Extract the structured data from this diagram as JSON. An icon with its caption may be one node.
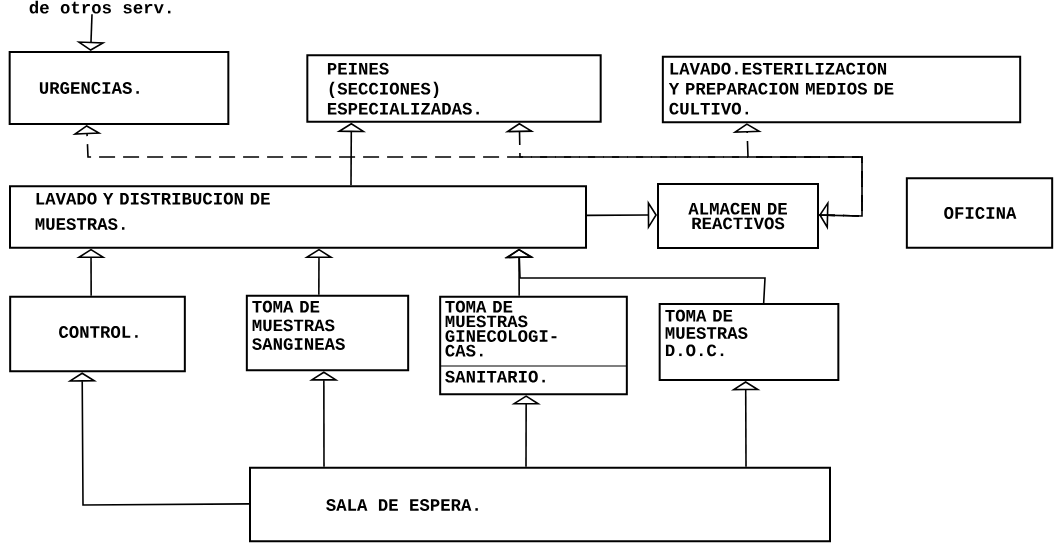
{
  "diagram": {
    "nodes": [
      {
        "text": [
          "de otros serv."
        ]
      },
      {
        "text": [
          "URGENCIAS."
        ]
      },
      {
        "text": [
          "PEINES (SECCIONES) ESPECIALIZADAS."
        ]
      },
      {
        "text": [
          "LAVADO.ESTERILIZACION Y PREPARACION MEDIOS DE CULTIVO."
        ]
      },
      {
        "text": [
          "LAVADO Y DISTRIBUCION DE MUESTRAS."
        ]
      },
      {
        "text": [
          "ALMACEN DE REACTIVOS"
        ]
      },
      {
        "text": [
          "OFICINA"
        ]
      },
      {
        "text": [
          "CONTROL."
        ]
      },
      {
        "text": [
          "TOMA DE MUESTRAS SANGINEAS"
        ]
      },
      {
        "text": [
          "TOMA DE MUESTRAS GINECOLOGI- CAS.",
          "SANITARIO."
        ]
      },
      {
        "text": [
          "TOMA DE MUESTRAS D.O.C."
        ]
      },
      {
        "text": [
          "SALA DE ESPERA."
        ]
      }
    ],
    "edges": [
      {
        "from": 0,
        "to": 1,
        "arrow": "to"
      },
      {
        "from": 4,
        "to": 2,
        "arrow": "to"
      },
      {
        "from": 5,
        "to": 1,
        "arrow": "both",
        "style": "dashed"
      },
      {
        "from": 5,
        "to": 2,
        "arrow": "to",
        "style": "dashed"
      },
      {
        "from": 5,
        "to": 3,
        "arrow": "to",
        "style": "dashed"
      },
      {
        "from": 4,
        "to": 5,
        "arrow": "to"
      },
      {
        "from": 7,
        "to": 4,
        "arrow": "to"
      },
      {
        "from": 8,
        "to": 4,
        "arrow": "to"
      },
      {
        "from": 9,
        "to": 4,
        "arrow": "to"
      },
      {
        "from": 10,
        "to": 4,
        "arrow": "to"
      },
      {
        "from": 11,
        "to": 7,
        "arrow": "to"
      },
      {
        "from": 11,
        "to": 8,
        "arrow": "to"
      },
      {
        "from": 11,
        "to": 9,
        "arrow": "to"
      },
      {
        "from": 11,
        "to": 10,
        "arrow": "to"
      }
    ]
  }
}
